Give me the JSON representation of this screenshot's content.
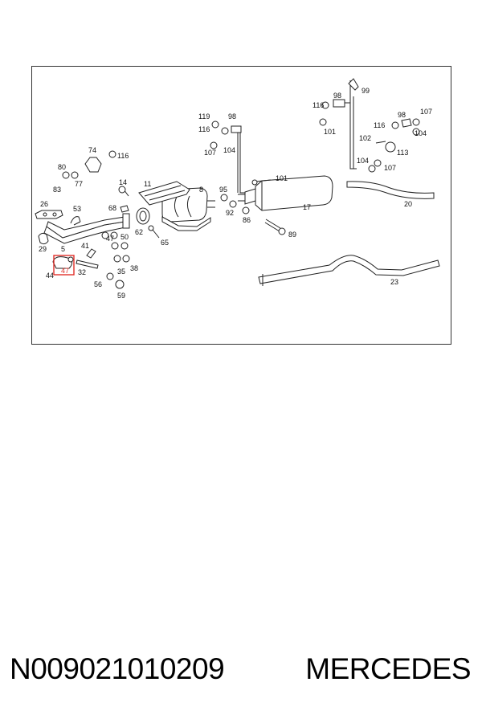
{
  "labels": [
    "119",
    "98",
    "116",
    "107",
    "104",
    "99",
    "116",
    "98",
    "101",
    "98",
    "107",
    "116",
    "104",
    "102",
    "113",
    "104",
    "107",
    "74",
    "116",
    "80",
    "83",
    "77",
    "14",
    "11",
    "8",
    "101",
    "95",
    "92",
    "86",
    "17",
    "89",
    "20",
    "26",
    "53",
    "68",
    "62",
    "65",
    "41",
    "47",
    "50",
    "35",
    "38",
    "5",
    "29",
    "44",
    "47",
    "32",
    "56",
    "59",
    "23"
  ],
  "highlight": {
    "label": "47",
    "color": "#e0302a"
  },
  "caption": {
    "part_number": "N009021010209",
    "brand": "MERCEDES"
  }
}
